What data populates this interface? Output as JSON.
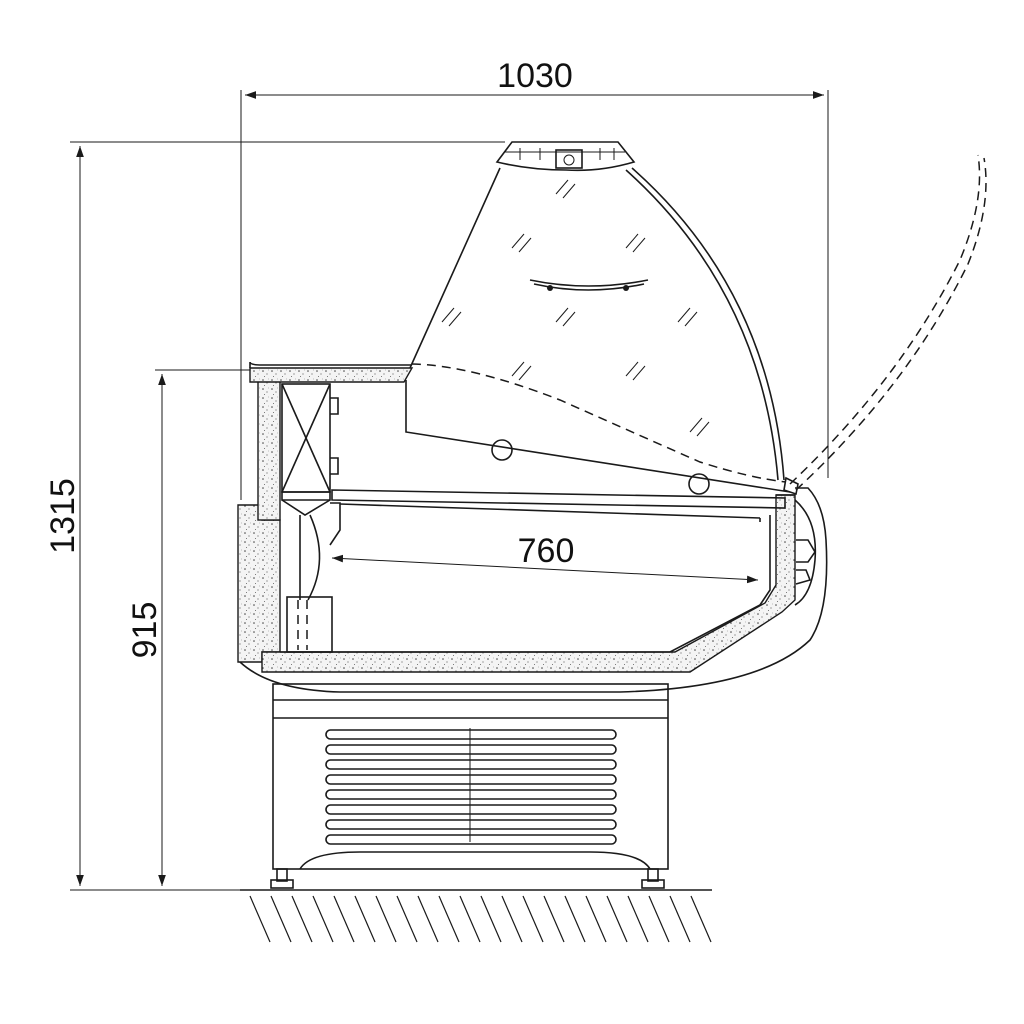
{
  "dimensions": {
    "overall_width": "1030",
    "overall_height": "1315",
    "counter_height": "915",
    "display_depth": "760"
  },
  "colors": {
    "line": "#1a1a1a",
    "background": "#ffffff"
  }
}
